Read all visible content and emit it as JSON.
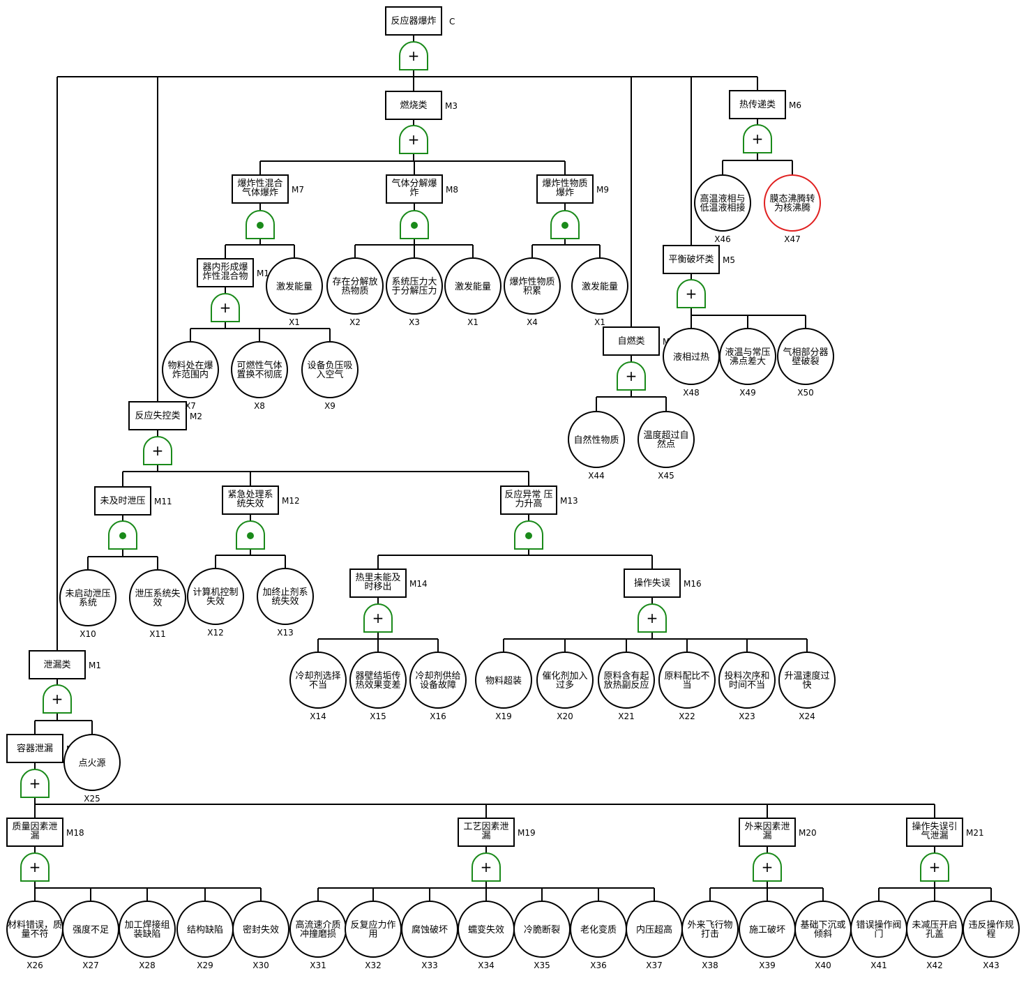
{
  "top_event": {
    "name": "反应器爆炸",
    "code": "C"
  },
  "intermediate_events": [
    {
      "code": "M1",
      "lines": [
        "泄漏类"
      ]
    },
    {
      "code": "M2",
      "lines": [
        "反应失控类"
      ]
    },
    {
      "code": "M3",
      "lines": [
        "燃烧类"
      ]
    },
    {
      "code": "M4",
      "lines": [
        "自燃类"
      ]
    },
    {
      "code": "M5",
      "lines": [
        "平衡破坏类"
      ]
    },
    {
      "code": "M6",
      "lines": [
        "热传递类"
      ]
    },
    {
      "code": "M7",
      "lines": [
        "爆炸性混合",
        "气体爆炸"
      ]
    },
    {
      "code": "M8",
      "lines": [
        "气体分解爆",
        "炸"
      ]
    },
    {
      "code": "M9",
      "lines": [
        "爆炸性物质",
        "爆炸"
      ]
    },
    {
      "code": "M10",
      "lines": [
        "器内形成爆",
        "炸性混合物"
      ]
    },
    {
      "code": "M11",
      "lines": [
        "未及时泄压"
      ]
    },
    {
      "code": "M12",
      "lines": [
        "紧急处理系",
        "统失效"
      ]
    },
    {
      "code": "M13",
      "lines": [
        "反应异常 压",
        "力升高"
      ]
    },
    {
      "code": "M14",
      "lines": [
        "热里未能及",
        "时移出"
      ]
    },
    {
      "code": "M16",
      "lines": [
        "操作失误"
      ]
    },
    {
      "code": "M17",
      "lines": [
        "容器泄漏"
      ]
    },
    {
      "code": "M18",
      "lines": [
        "质量因素泄",
        "漏"
      ]
    },
    {
      "code": "M19",
      "lines": [
        "工艺因素泄",
        "漏"
      ]
    },
    {
      "code": "M20",
      "lines": [
        "外来因素泄",
        "漏"
      ]
    },
    {
      "code": "M21",
      "lines": [
        "操作失误引",
        "气泄漏"
      ]
    }
  ],
  "basic_events": [
    {
      "code": "X1",
      "lines": [
        "激发能量"
      ]
    },
    {
      "code": "X2",
      "lines": [
        "存在分解放",
        "热物质"
      ]
    },
    {
      "code": "X3",
      "lines": [
        "系统压力大",
        "于分解压力"
      ]
    },
    {
      "code": "X1",
      "lines": [
        "激发能量"
      ]
    },
    {
      "code": "X4",
      "lines": [
        "爆炸性物质",
        "积累"
      ]
    },
    {
      "code": "X1",
      "lines": [
        "激发能量"
      ]
    },
    {
      "code": "X7",
      "lines": [
        "物料处在爆",
        "炸范围内"
      ]
    },
    {
      "code": "X8",
      "lines": [
        "可燃性气体",
        "置换不彻底"
      ]
    },
    {
      "code": "X9",
      "lines": [
        "设备负压吸",
        "入空气"
      ]
    },
    {
      "code": "X10",
      "lines": [
        "未启动泄压",
        "系统"
      ]
    },
    {
      "code": "X11",
      "lines": [
        "泄压系统失",
        "效"
      ]
    },
    {
      "code": "X12",
      "lines": [
        "计算机控制",
        "失效"
      ]
    },
    {
      "code": "X13",
      "lines": [
        "加终止剂系",
        "统失效"
      ]
    },
    {
      "code": "X14",
      "lines": [
        "冷却剂选择",
        "不当"
      ]
    },
    {
      "code": "X15",
      "lines": [
        "器壁结垢传",
        "热效果变差"
      ]
    },
    {
      "code": "X16",
      "lines": [
        "冷却剂供给",
        "设备故障"
      ]
    },
    {
      "code": "X19",
      "lines": [
        "物料超装"
      ]
    },
    {
      "code": "X20",
      "lines": [
        "催化剂加入",
        "过多"
      ]
    },
    {
      "code": "X21",
      "lines": [
        "原料含有起",
        "放热副反应"
      ]
    },
    {
      "code": "X22",
      "lines": [
        "原料配比不",
        "当"
      ]
    },
    {
      "code": "X23",
      "lines": [
        "投料次序和",
        "时间不当"
      ]
    },
    {
      "code": "X24",
      "lines": [
        "升温速度过",
        "快"
      ]
    },
    {
      "code": "X25",
      "lines": [
        "点火源"
      ]
    },
    {
      "code": "X26",
      "lines": [
        "材料错误，质",
        "量不符"
      ]
    },
    {
      "code": "X27",
      "lines": [
        "强度不足"
      ]
    },
    {
      "code": "X28",
      "lines": [
        "加工焊接组",
        "装缺陷"
      ]
    },
    {
      "code": "X29",
      "lines": [
        "结构缺陷"
      ]
    },
    {
      "code": "X30",
      "lines": [
        "密封失效"
      ]
    },
    {
      "code": "X31",
      "lines": [
        "高流速介质",
        "冲撞磨损"
      ]
    },
    {
      "code": "X32",
      "lines": [
        "反复应力作",
        "用"
      ]
    },
    {
      "code": "X33",
      "lines": [
        "腐蚀破坏"
      ]
    },
    {
      "code": "X34",
      "lines": [
        "蠕变失效"
      ]
    },
    {
      "code": "X35",
      "lines": [
        "冷脆断裂"
      ]
    },
    {
      "code": "X36",
      "lines": [
        "老化变质"
      ]
    },
    {
      "code": "X37",
      "lines": [
        "内压超高"
      ]
    },
    {
      "code": "X38",
      "lines": [
        "外来飞行物",
        "打击"
      ]
    },
    {
      "code": "X39",
      "lines": [
        "施工破坏"
      ]
    },
    {
      "code": "X40",
      "lines": [
        "基础下沉或",
        "倾斜"
      ]
    },
    {
      "code": "X41",
      "lines": [
        "错误操作阀",
        "门"
      ]
    },
    {
      "code": "X42",
      "lines": [
        "未减压开启",
        "孔盖"
      ]
    },
    {
      "code": "X43",
      "lines": [
        "违反操作规",
        "程"
      ]
    },
    {
      "code": "X44",
      "lines": [
        "自然性物质"
      ]
    },
    {
      "code": "X45",
      "lines": [
        "温度超过自",
        "然点"
      ]
    },
    {
      "code": "X46",
      "lines": [
        "高温液相与",
        "低温液相接"
      ]
    },
    {
      "code": "X47",
      "lines": [
        "膜态沸腾转",
        "为核沸腾"
      ]
    },
    {
      "code": "X48",
      "lines": [
        "液相过热"
      ]
    },
    {
      "code": "X49",
      "lines": [
        "液温与常压",
        "沸点差大"
      ]
    },
    {
      "code": "X50",
      "lines": [
        "气相部分器",
        "壁破裂"
      ]
    }
  ],
  "gates": [
    {
      "parent": "C",
      "type": "OR"
    },
    {
      "parent": "M1",
      "type": "OR"
    },
    {
      "parent": "M2",
      "type": "OR"
    },
    {
      "parent": "M3",
      "type": "OR"
    },
    {
      "parent": "M4",
      "type": "OR"
    },
    {
      "parent": "M5",
      "type": "OR"
    },
    {
      "parent": "M6",
      "type": "OR"
    },
    {
      "parent": "M7",
      "type": "AND"
    },
    {
      "parent": "M8",
      "type": "AND"
    },
    {
      "parent": "M9",
      "type": "AND"
    },
    {
      "parent": "M10",
      "type": "OR"
    },
    {
      "parent": "M11",
      "type": "AND"
    },
    {
      "parent": "M12",
      "type": "AND"
    },
    {
      "parent": "M13",
      "type": "AND"
    },
    {
      "parent": "M14",
      "type": "OR"
    },
    {
      "parent": "M16",
      "type": "OR"
    },
    {
      "parent": "M17",
      "type": "OR"
    },
    {
      "parent": "M18",
      "type": "OR"
    },
    {
      "parent": "M19",
      "type": "OR"
    },
    {
      "parent": "M20",
      "type": "OR"
    },
    {
      "parent": "M21",
      "type": "OR"
    }
  ],
  "colors": {
    "gate": "#1a8a1a",
    "line": "#000000",
    "highlight": "#e02020"
  },
  "highlighted": [
    "X47"
  ]
}
